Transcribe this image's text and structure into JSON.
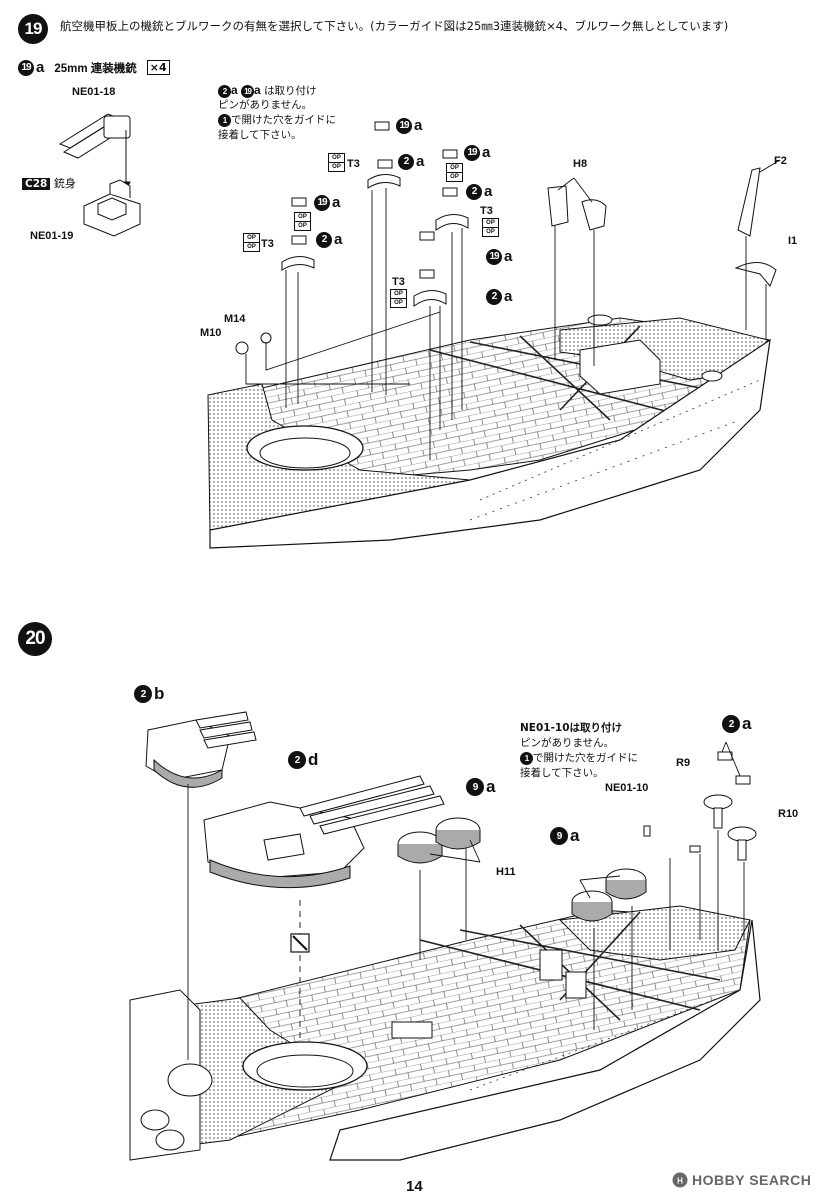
{
  "step19": {
    "number": "19",
    "instruction": "航空機甲板上の機銃とブルワークの有無を選択して下さい。(カラーガイド図は25㎜3連装機銃×4、ブルワーク無しとしています)",
    "sub_number": "19",
    "sub_suffix": "a",
    "sub_title": "25mm 連装機銃",
    "multiplier": "×4",
    "parts": {
      "ne01_18": "NE01-18",
      "c28": "C28",
      "barrel": "銃身",
      "ne01_19": "NE01-19"
    },
    "note_line1_prefix_num": "2",
    "note_line1_prefix_sfx": "a",
    "note_line1_num2": "19",
    "note_line1_sfx2": "a",
    "note_line1_text": "は取り付け",
    "note_line2": "ピンがありません。",
    "note_line3_num": "1",
    "note_line3_text": "で開けた穴をガイドに",
    "note_line4": "接着して下さい。",
    "labels": {
      "t3": "T3",
      "h8": "H8",
      "f2": "F2",
      "i1": "I1",
      "m14": "M14",
      "m10": "M10"
    },
    "callouts": {
      "c19a": {
        "num": "19",
        "sfx": "a"
      },
      "c2a": {
        "num": "2",
        "sfx": "a"
      }
    },
    "op_top": "OP",
    "op_bottom": "OP"
  },
  "step20": {
    "number": "20",
    "callouts": {
      "c2b": {
        "num": "2",
        "sfx": "b"
      },
      "c2d": {
        "num": "2",
        "sfx": "d"
      },
      "c9a": {
        "num": "9",
        "sfx": "a"
      },
      "c2a": {
        "num": "2",
        "sfx": "a"
      }
    },
    "labels": {
      "h11": "H11",
      "r9": "R9",
      "r10": "R10",
      "ne01_10": "NE01-10"
    },
    "note_line1": "NE01-10は取り付け",
    "note_line2": "ピンがありません。",
    "note_line3_num": "1",
    "note_line3_text": "で開けた穴をガイドに",
    "note_line4": "接着して下さい。"
  },
  "page_number": "14",
  "watermark": "HOBBY SEARCH"
}
